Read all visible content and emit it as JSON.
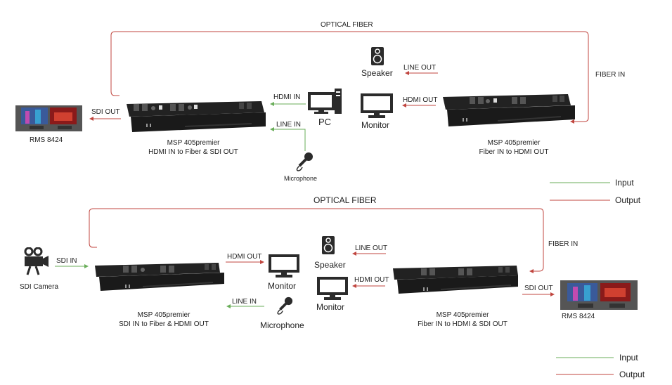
{
  "colors": {
    "input": "#6aae5a",
    "output": "#c0463f",
    "device": "#1c1c1c",
    "icon": "#2b2b2b"
  },
  "top": {
    "fiber_label": "OPTICAL FIBER",
    "fiber_in_label": "FIBER IN",
    "sdi_out_label": "SDI OUT",
    "hdmi_in_label": "HDMI IN",
    "line_in_label": "LINE IN",
    "line_out_label": "LINE OUT",
    "hdmi_out_label": "HDMI OUT",
    "rms": "RMS 8424",
    "pc": "PC",
    "monitor": "Monitor",
    "speaker": "Speaker",
    "microphone": "Microphone",
    "tx_name": "MSP 405premier",
    "tx_desc": "HDMI IN to Fiber & SDI OUT",
    "rx_name": "MSP 405premier",
    "rx_desc": "Fiber IN to HDMI OUT"
  },
  "bottom": {
    "fiber_label": "OPTICAL FIBER",
    "fiber_in_label": "FIBER IN",
    "sdi_in_label": "SDI IN",
    "hdmi_out_label_left": "HDMI OUT",
    "line_in_label": "LINE IN",
    "line_out_label": "LINE OUT",
    "hdmi_out_label_right": "HDMI OUT",
    "sdi_out_label": "SDI OUT",
    "camera": "SDI Camera",
    "monitor_left": "Monitor",
    "microphone": "Microphone",
    "speaker": "Speaker",
    "monitor_right": "Monitor",
    "rms": "RMS 8424",
    "tx_name": "MSP 405premier",
    "tx_desc": "SDI IN to Fiber & HDMI OUT",
    "rx_name": "MSP 405premier",
    "rx_desc": "Fiber IN to HDMI & SDI OUT"
  },
  "legend": {
    "input": "Input",
    "output": "Output"
  }
}
